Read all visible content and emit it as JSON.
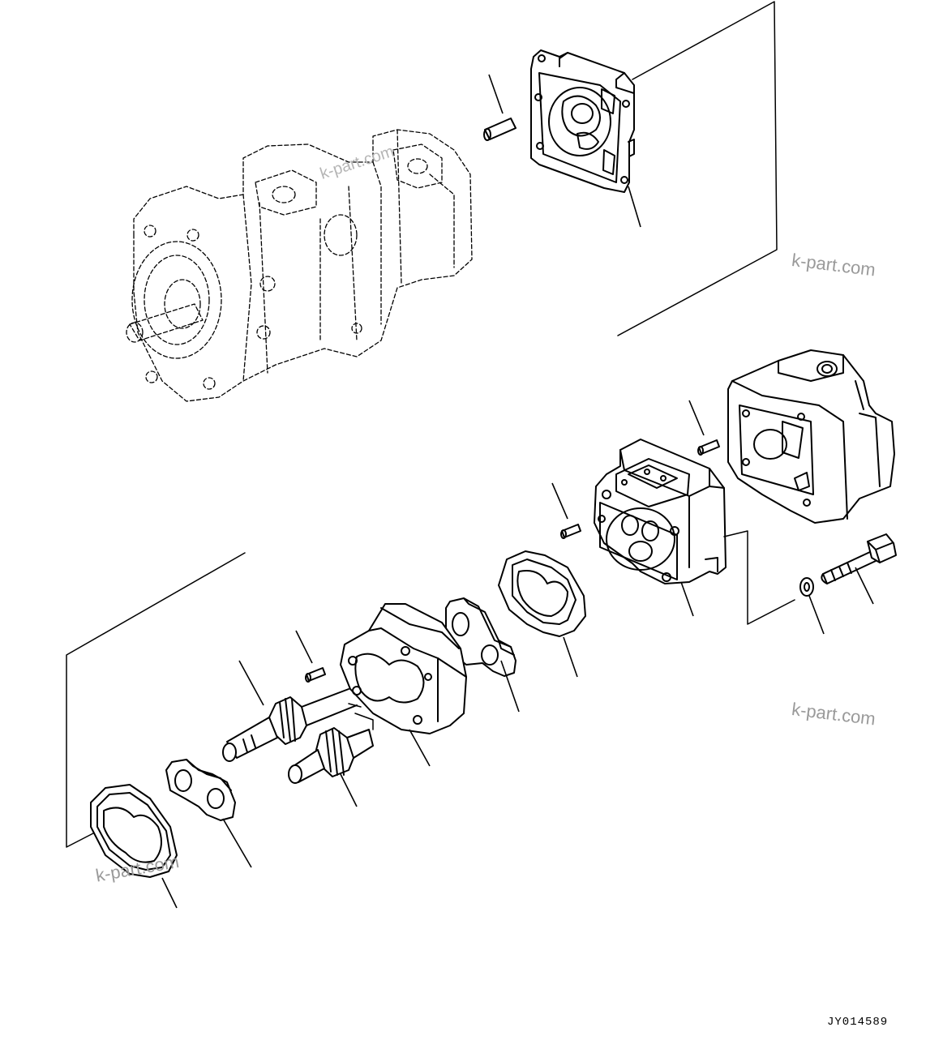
{
  "watermarks": [
    "k-part.com",
    "k-part.com",
    "k-part.com",
    "k-part.com"
  ],
  "drawing_code": "JY014589",
  "parts": [
    "pump-assembly",
    "cover-plate",
    "dowel-pin",
    "front-housing",
    "rear-housing",
    "bolt",
    "washer",
    "gasket",
    "bushing-plate",
    "gear-case",
    "drive-gear-shaft",
    "driven-gear-shaft"
  ]
}
